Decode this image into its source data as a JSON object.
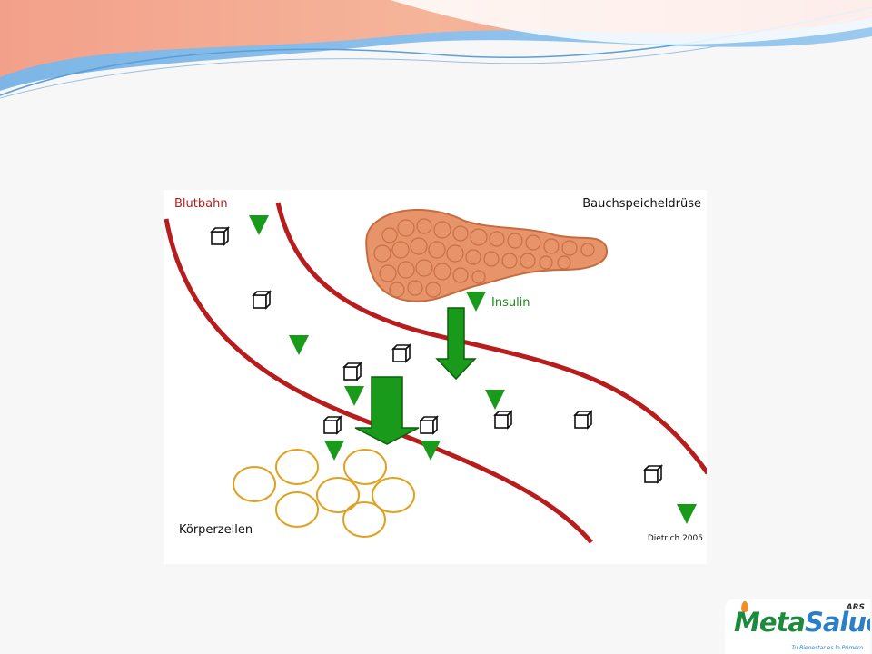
{
  "diagram": {
    "blood_label": "Blutbahn",
    "pancreas_label": "Bauchspeicheldrüse",
    "insulin_label": "Insulin",
    "cells_label": "Körperzellen",
    "credit": "Dietrich 2005"
  },
  "logo": {
    "brand_part1": "Meta",
    "brand_part2": "Salud",
    "suffix": "ARS",
    "tagline": "Tu Bienestar es lo Primero"
  },
  "colors": {
    "vessel": "#b81c1c",
    "insulin": "#1a9a1a",
    "cell_outline": "#e0a020",
    "pancreas": "#e8946a"
  }
}
